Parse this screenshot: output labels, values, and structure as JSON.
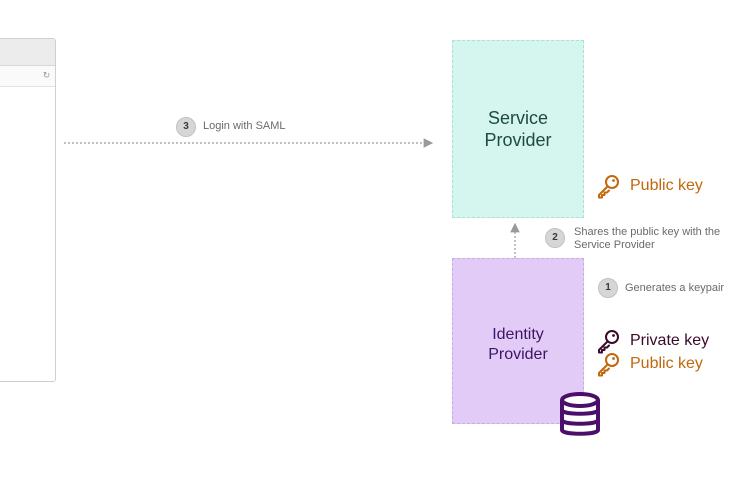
{
  "service_provider": {
    "label_line1": "Service",
    "label_line2": "Provider",
    "public_key_label": "Public key"
  },
  "identity_provider": {
    "label_line1": "Identity",
    "label_line2": "Provider",
    "private_key_label": "Private key",
    "public_key_label": "Public key"
  },
  "steps": [
    {
      "number": "1",
      "text_line1": "Generates a keypair"
    },
    {
      "number": "2",
      "text_line1": "Shares the public key with the",
      "text_line2": "Service Provider"
    },
    {
      "number": "3",
      "text_line1": "Login with SAML"
    }
  ],
  "colors": {
    "service_provider_fill": "#d5f6ef",
    "identity_provider_fill": "#e2ccf7",
    "public_key": "#c2670c",
    "private_key": "#3a0a2a",
    "database": "#4b0f6b",
    "arrow": "#9a9a9a"
  },
  "icons": {
    "key": "key-icon",
    "database": "database-icon",
    "reload": "reload-icon"
  }
}
